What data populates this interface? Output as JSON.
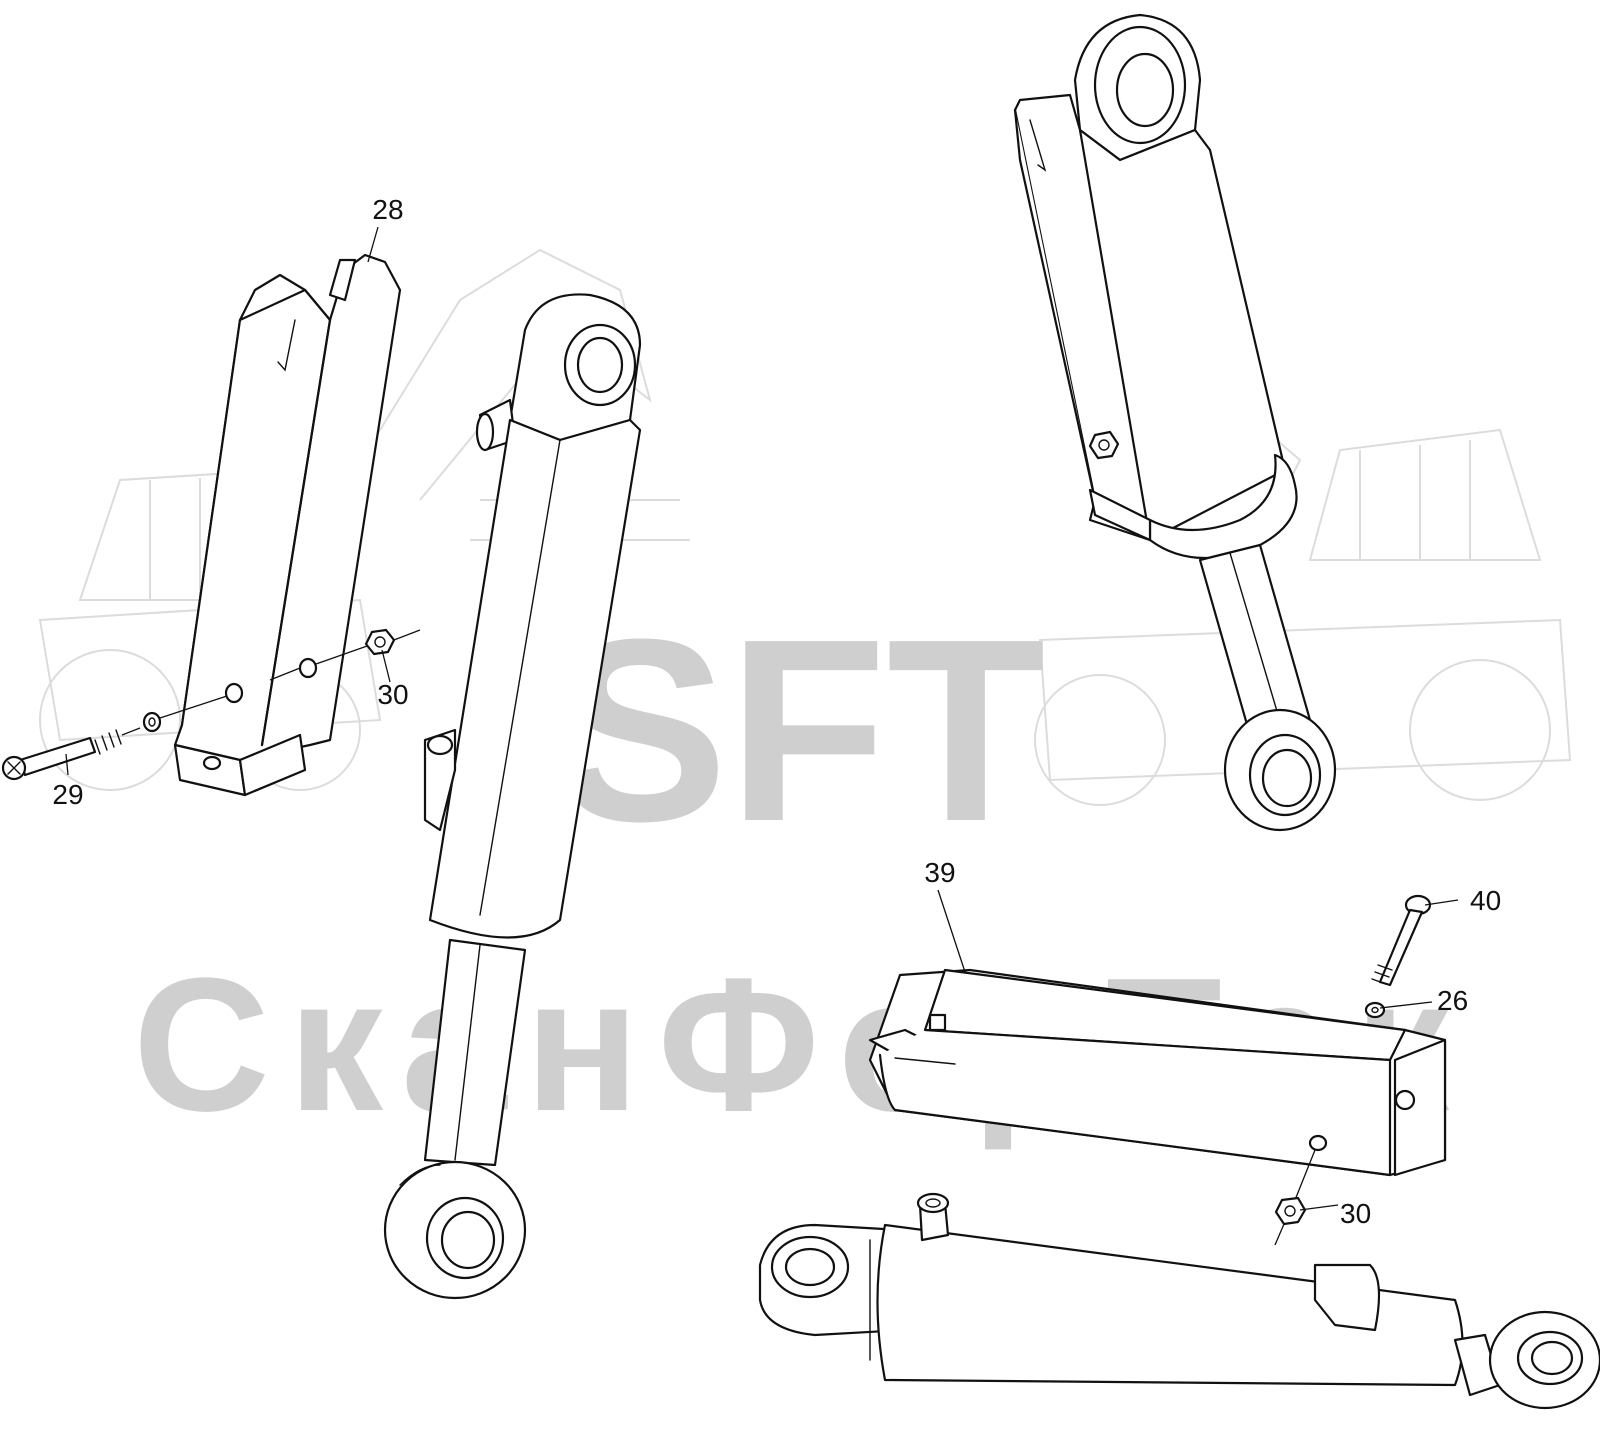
{
  "watermark": {
    "logo_text": "SFT",
    "company_text": "СканФорТек",
    "color": "#cfcfcf"
  },
  "callouts": [
    {
      "id": "28",
      "text": "28"
    },
    {
      "id": "29",
      "text": "29"
    },
    {
      "id": "30a",
      "text": "30"
    },
    {
      "id": "39",
      "text": "39"
    },
    {
      "id": "40",
      "text": "40"
    },
    {
      "id": "26",
      "text": "26"
    },
    {
      "id": "30b",
      "text": "30"
    }
  ],
  "line_color": "#111111"
}
